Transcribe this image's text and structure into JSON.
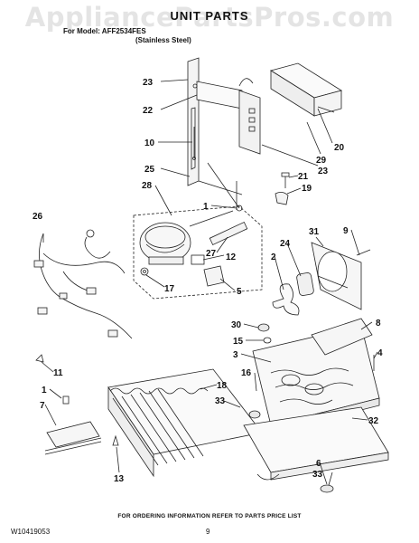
{
  "watermark": "AppliancePartsPros.com",
  "header": {
    "title": "UNIT PARTS",
    "model_line": "For Model: AFF2534FES",
    "finish": "(Stainless Steel)"
  },
  "callouts": [
    "1",
    "1",
    "2",
    "3",
    "4",
    "5",
    "6",
    "7",
    "8",
    "9",
    "10",
    "11",
    "12",
    "13",
    "15",
    "16",
    "17",
    "18",
    "19",
    "20",
    "21",
    "22",
    "23",
    "23",
    "24",
    "25",
    "26",
    "27",
    "28",
    "29",
    "30",
    "31",
    "32",
    "33",
    "33"
  ],
  "footer": {
    "note": "FOR ORDERING INFORMATION REFER TO PARTS PRICE LIST",
    "doc_number": "W10419053",
    "page": "9"
  },
  "colors": {
    "line": "#222222",
    "watermark": "#e4e4e4"
  }
}
